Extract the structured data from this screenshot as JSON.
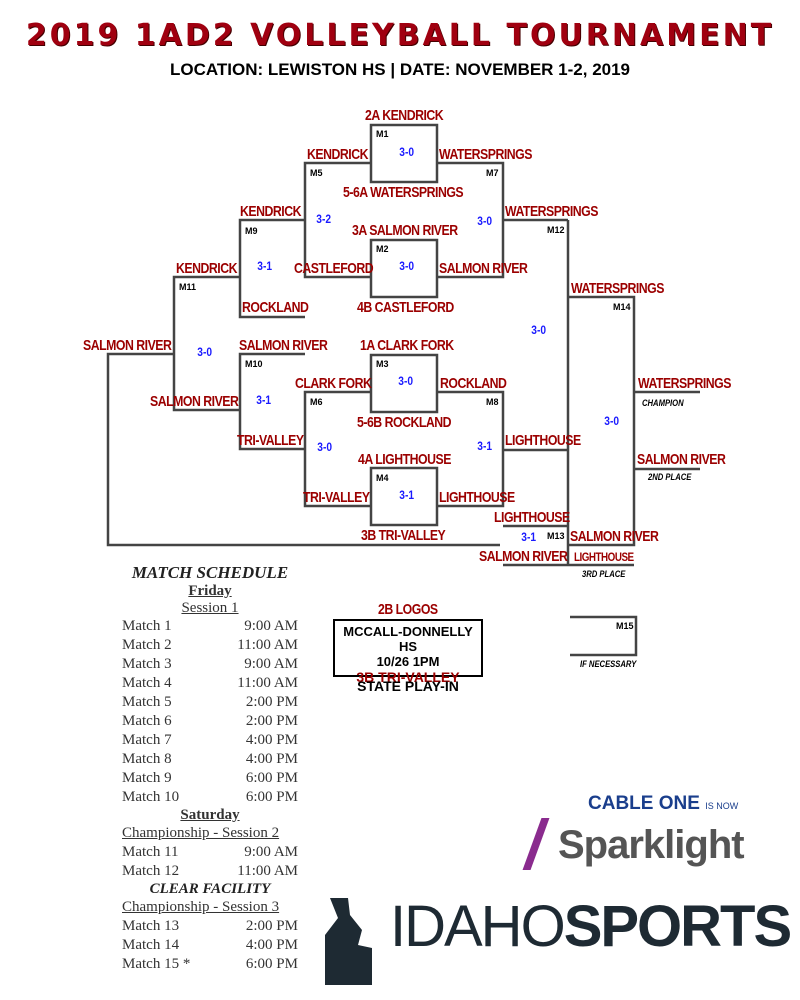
{
  "header": {
    "title": "2019 1AD2 VOLLEYBALL TOURNAMENT",
    "subtitle": "LOCATION: LEWISTON HS  |  DATE: NOVEMBER 1-2, 2019"
  },
  "matches": {
    "m1": "M1",
    "m2": "M2",
    "m3": "M3",
    "m4": "M4",
    "m5": "M5",
    "m6": "M6",
    "m7": "M7",
    "m8": "M8",
    "m9": "M9",
    "m10": "M10",
    "m11": "M11",
    "m12": "M12",
    "m13": "M13",
    "m14": "M14",
    "m15": "M15"
  },
  "seeds": {
    "s1": "2A KENDRICK",
    "s2": "5-6A WATERSPRINGS",
    "s3": "3A SALMON RIVER",
    "s4": "4B CASTLEFORD",
    "s5": "1A CLARK FORK",
    "s6": "5-6B ROCKLAND",
    "s7": "4A LIGHTHOUSE",
    "s8": "3B TRI-VALLEY"
  },
  "teams": {
    "m5_top": "KENDRICK",
    "m7_top": "WATERSPRINGS",
    "m5_bot": "CASTLEFORD",
    "m7_bot": "SALMON RIVER",
    "m9_top": "KENDRICK",
    "m9_bot": "ROCKLAND",
    "m12_top": "WATERSPRINGS",
    "m11_top": "KENDRICK",
    "m11_bot": "SALMON RIVER",
    "final_left": "SALMON RIVER",
    "m10_top": "SALMON RIVER",
    "m10_bot": "TRI-VALLEY",
    "m6_top": "CLARK FORK",
    "m6_bot": "TRI-VALLEY",
    "m8_top": "ROCKLAND",
    "m8_bot": "LIGHTHOUSE",
    "m12_bot": "LIGHTHOUSE",
    "m13_top": "LIGHTHOUSE",
    "m13_bot": "SALMON RIVER",
    "m14_top": "WATERSPRINGS",
    "m14_bot": "SALMON RIVER",
    "third": "LIGHTHOUSE",
    "champion": "WATERSPRINGS",
    "second": "SALMON RIVER"
  },
  "scores": {
    "m1": "3-0",
    "m2": "3-0",
    "m3": "3-0",
    "m4": "3-1",
    "m5": "3-2",
    "m6": "3-0",
    "m7": "3-0",
    "m8": "3-1",
    "m9": "3-1",
    "m10": "3-1",
    "m11": "3-0",
    "m12": "3-0",
    "m13": "3-1",
    "m14": "3-0"
  },
  "captions": {
    "champion": "CHAMPION",
    "second": "2ND PLACE",
    "third": "3RD PLACE",
    "if_necessary": "IF NECESSARY"
  },
  "play_in": {
    "top": "2B LOGOS",
    "venue": "MCCALL-DONNELLY HS",
    "date": "10/26 1PM",
    "winner": "3B TRI-VALLEY",
    "label": "STATE PLAY-IN"
  },
  "schedule": {
    "title": "MATCH SCHEDULE",
    "friday": "Friday",
    "session1": "Session 1",
    "friday_rows": [
      [
        "Match 1",
        "9:00 AM"
      ],
      [
        "Match 2",
        "11:00 AM"
      ],
      [
        "Match 3",
        "9:00 AM"
      ],
      [
        "Match 4",
        "11:00 AM"
      ],
      [
        "Match 5",
        "2:00 PM"
      ],
      [
        "Match 6",
        "2:00 PM"
      ],
      [
        "Match 7",
        "4:00 PM"
      ],
      [
        "Match 8",
        "4:00 PM"
      ],
      [
        "Match 9",
        "6:00 PM"
      ],
      [
        "Match 10",
        "6:00 PM"
      ]
    ],
    "saturday": "Saturday",
    "session2": "Championship - Session 2",
    "sat_rows": [
      [
        "Match 11",
        "9:00 AM"
      ],
      [
        "Match 12",
        "11:00 AM"
      ]
    ],
    "clear": "CLEAR FACILITY",
    "session3": "Championship - Session 3",
    "sat3_rows": [
      [
        "Match 13",
        "2:00 PM"
      ],
      [
        "Match 14",
        "4:00 PM"
      ],
      [
        "Match 15 *",
        "6:00 PM"
      ]
    ]
  },
  "sponsors": {
    "cableone": "CABLE ONE",
    "is_now": "IS NOW",
    "sparklight": "Sparklight",
    "idaho": "IDAHO",
    "sports": "SPORTS"
  }
}
